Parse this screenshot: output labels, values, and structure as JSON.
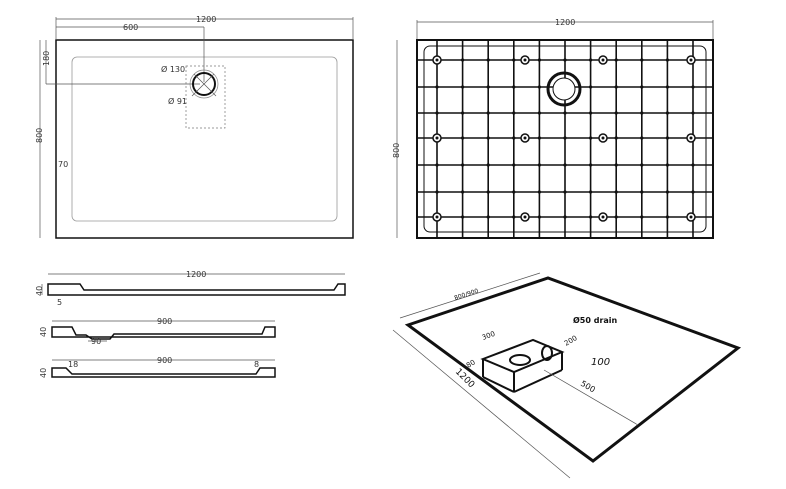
{
  "top_view": {
    "width_label": "1200",
    "half_width_label": "600",
    "depth_label": "800",
    "drain_offset_label": "180",
    "border_label": "70",
    "outer_diameter_label": "Ø 130",
    "inner_diameter_label": "Ø 91"
  },
  "underside_view": {
    "width_label": "1200",
    "depth_label": "800"
  },
  "side_views": {
    "long_section": {
      "length_label": "1200",
      "height_label": "40",
      "lip_label": "5"
    },
    "short_section_a": {
      "length_label": "900",
      "height_label": "40",
      "drain_label": "90"
    },
    "short_section_b": {
      "length_label": "900",
      "height_label": "40",
      "left_label": "18",
      "right_label": "8"
    }
  },
  "iso_view": {
    "width_label": "800/900",
    "length_label": "1200",
    "box_length_label": "300",
    "box_width_label": "200",
    "box_height_label": "100",
    "edge_label": "80",
    "drain_distance_label": "500",
    "drain_label": "Ø50 drain"
  }
}
